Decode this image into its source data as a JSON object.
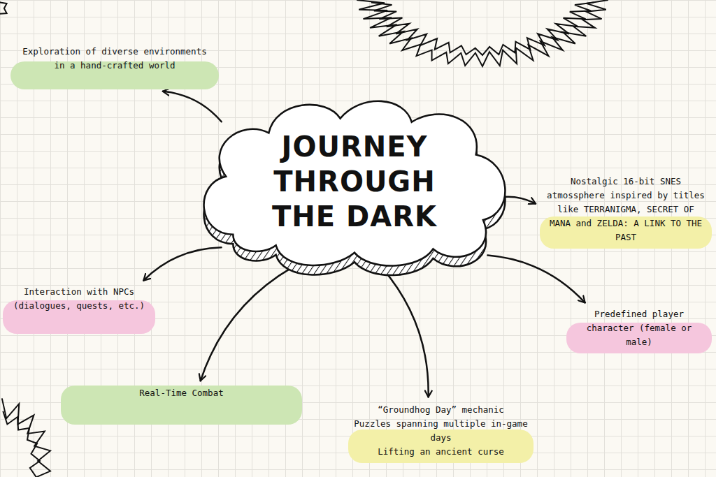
{
  "diagram": {
    "nodes": [
      {
        "text": [
          "JOURNEY THROUGH THE DARK"
        ]
      },
      {
        "text": [
          "Exploration of diverse environments in a hand-crafted world"
        ]
      },
      {
        "text": [
          "Nostalgic 16-bit SNES atmossphere inspired by titles like TERRANIGMA, SECRET OF MANA and ZELDA: A LINK TO THE PAST"
        ]
      },
      {
        "text": [
          "Interaction with NPCs (dialogues, quests, etc.)"
        ]
      },
      {
        "text": [
          "Predefined player character (female or male)"
        ]
      },
      {
        "text": [
          "Real-Time Combat"
        ]
      },
      {
        "text": [
          "“Groundhog Day” mechanic",
          "Puzzles spanning multiple in-game days",
          "Lifting an ancient curse"
        ]
      }
    ],
    "edges": [
      {
        "from": 0,
        "to": 1,
        "arrow": "to"
      },
      {
        "from": 0,
        "to": 2,
        "arrow": "to"
      },
      {
        "from": 0,
        "to": 3,
        "arrow": "to"
      },
      {
        "from": 0,
        "to": 4,
        "arrow": "to"
      },
      {
        "from": 0,
        "to": 5,
        "arrow": "to"
      },
      {
        "from": 0,
        "to": 6,
        "arrow": "to"
      }
    ]
  }
}
